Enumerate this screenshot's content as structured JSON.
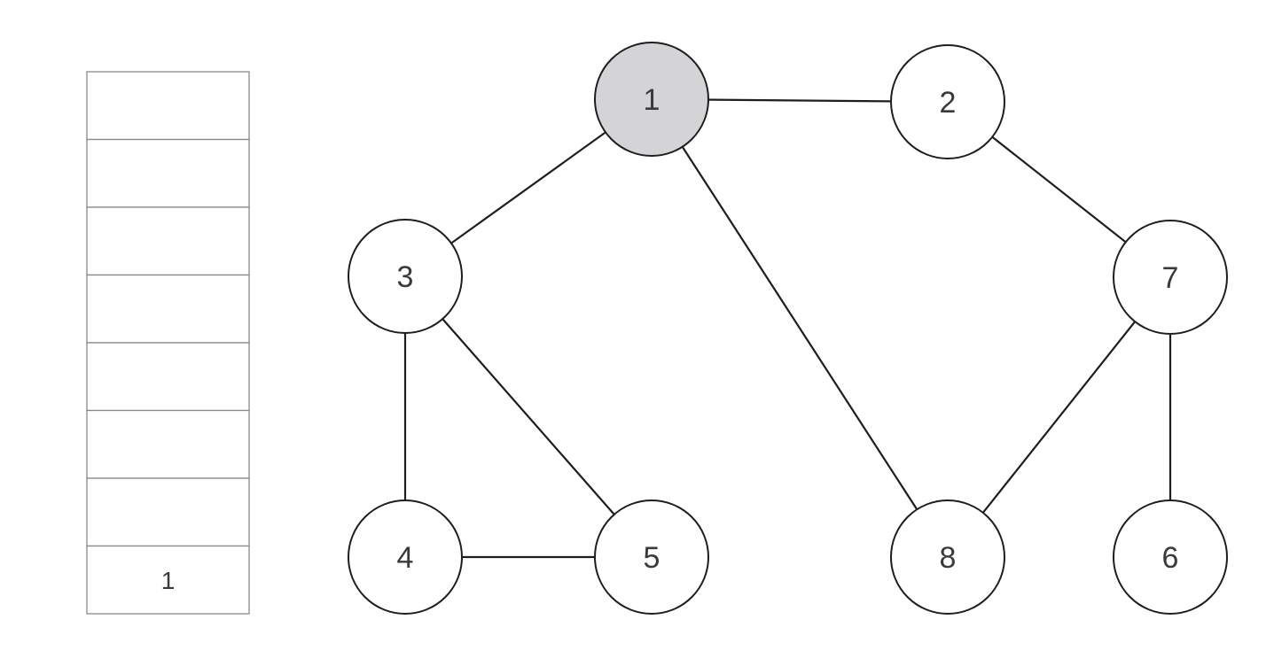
{
  "stack": {
    "cells": [
      "",
      "",
      "",
      "",
      "",
      "",
      "",
      "1"
    ]
  },
  "graph": {
    "nodes": [
      {
        "id": "1",
        "label": "1",
        "visited": true
      },
      {
        "id": "2",
        "label": "2",
        "visited": false
      },
      {
        "id": "3",
        "label": "3",
        "visited": false
      },
      {
        "id": "7",
        "label": "7",
        "visited": false
      },
      {
        "id": "4",
        "label": "4",
        "visited": false
      },
      {
        "id": "5",
        "label": "5",
        "visited": false
      },
      {
        "id": "8",
        "label": "8",
        "visited": false
      },
      {
        "id": "6",
        "label": "6",
        "visited": false
      }
    ],
    "edges": [
      [
        "1",
        "2"
      ],
      [
        "1",
        "3"
      ],
      [
        "1",
        "8"
      ],
      [
        "2",
        "7"
      ],
      [
        "3",
        "4"
      ],
      [
        "3",
        "5"
      ],
      [
        "4",
        "5"
      ],
      [
        "7",
        "8"
      ],
      [
        "7",
        "6"
      ]
    ]
  },
  "colors": {
    "visited_fill": "#d4d4d6",
    "unvisited_fill": "#ffffff",
    "stroke": "#1e1e1e",
    "cell_border": "#8a8a8a"
  }
}
